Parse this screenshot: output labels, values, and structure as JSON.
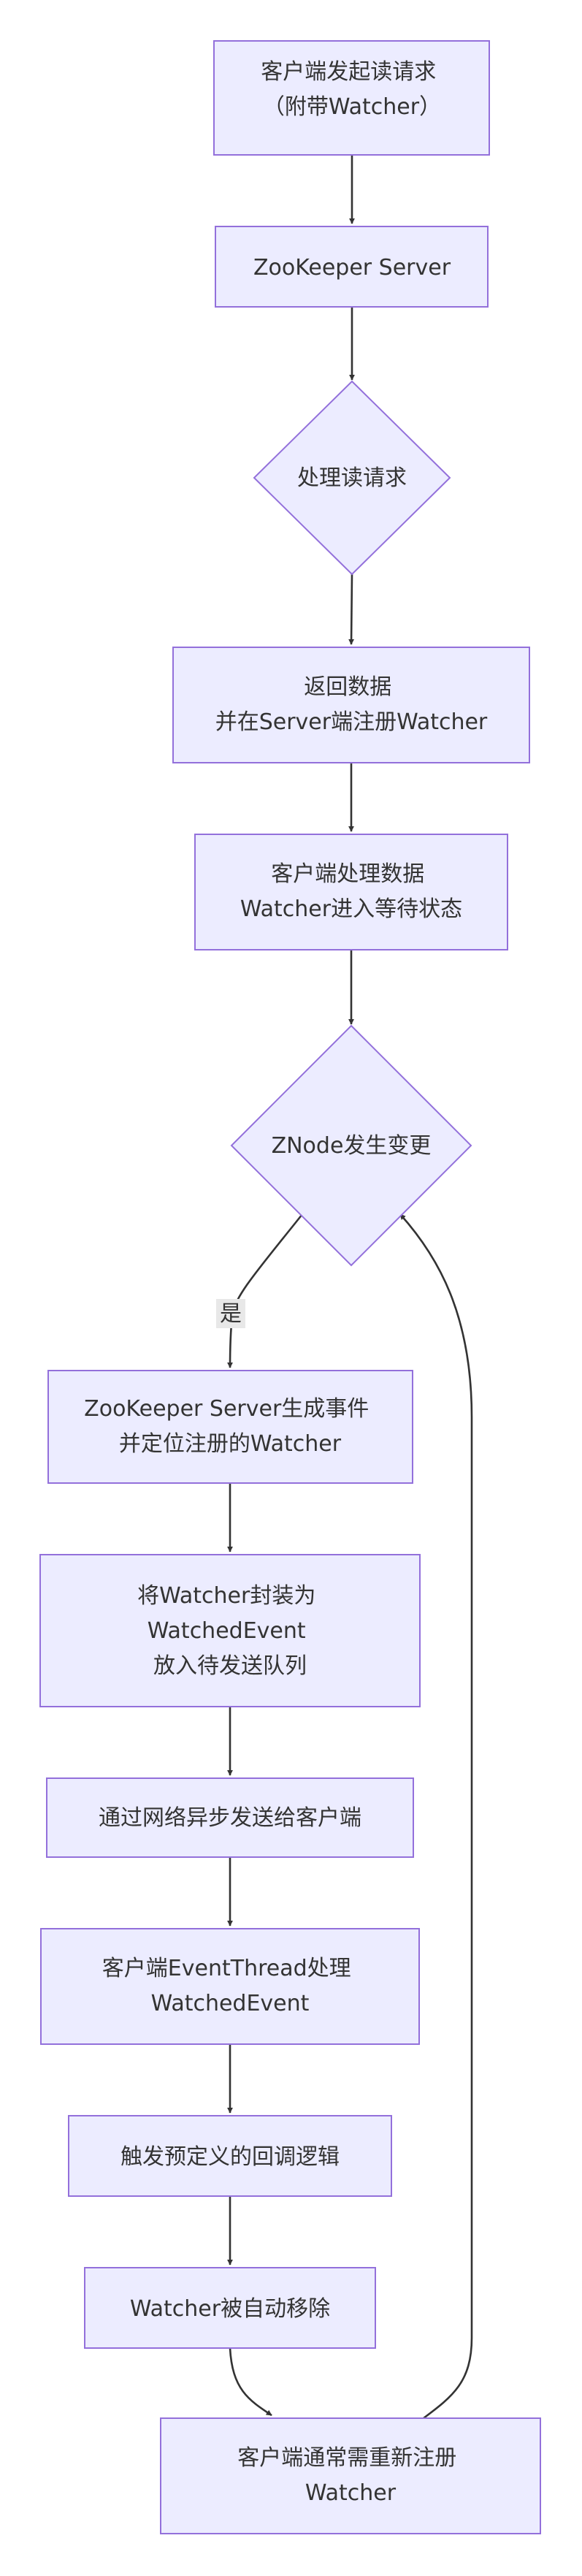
{
  "nodes": {
    "client_request": {
      "lines": [
        "客户端发起读请求",
        "（附带Watcher）"
      ]
    },
    "zk_server": {
      "lines": [
        "ZooKeeper Server"
      ]
    },
    "handle_request": {
      "lines": [
        "处理读请求"
      ]
    },
    "return_data": {
      "lines": [
        "返回数据",
        "并在Server端注册Watcher"
      ]
    },
    "client_process": {
      "lines": [
        "客户端处理数据",
        "Watcher进入等待状态"
      ]
    },
    "znode_change": {
      "lines": [
        "ZNode发生变更"
      ]
    },
    "generate_event": {
      "lines": [
        "ZooKeeper Server生成事件",
        "并定位注册的Watcher"
      ]
    },
    "wrap_event": {
      "lines": [
        "将Watcher封装为",
        "WatchedEvent",
        "放入待发送队列"
      ]
    },
    "send_async": {
      "lines": [
        "通过网络异步发送给客户端"
      ]
    },
    "event_thread": {
      "lines": [
        "客户端EventThread处理",
        "WatchedEvent"
      ]
    },
    "trigger_callback": {
      "lines": [
        "触发预定义的回调逻辑"
      ]
    },
    "watcher_removed": {
      "lines": [
        "Watcher被自动移除"
      ]
    },
    "re_register": {
      "lines": [
        "客户端通常需重新注册",
        "Watcher"
      ]
    }
  },
  "edge_labels": {
    "yes": "是"
  },
  "colors": {
    "node_fill": "#ececff",
    "node_stroke": "#9370db",
    "edge": "#333333",
    "text": "#333333",
    "label_bg": "#e8e8e8"
  }
}
